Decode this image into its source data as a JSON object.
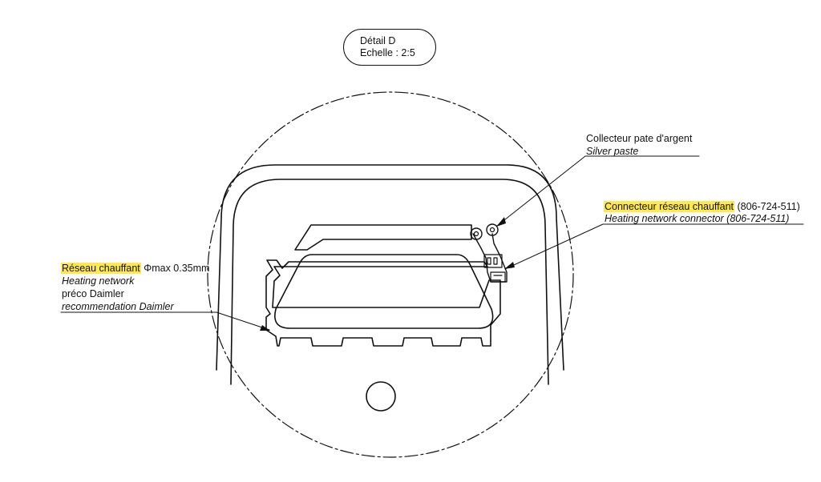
{
  "detail": {
    "title": "Détail D",
    "scale": "Echelle :  2:5"
  },
  "callouts": {
    "silver_paste": {
      "fr": "Collecteur pate d'argent",
      "en": "Silver paste"
    },
    "connector": {
      "fr_highlight": "Connecteur réseau chauffant",
      "fr_ref": " (806-724-511)",
      "en": "Heating network connector  (806-724-511)"
    },
    "heating_network": {
      "fr_highlight": "Réseau chauffant",
      "fr_spec": "Φmax 0.35mm",
      "en": "Heating network",
      "fr2": "préco Daimler",
      "en2": "recommendation Daimler"
    }
  },
  "colors": {
    "line": "#111111",
    "highlight": "#ffe94d"
  }
}
